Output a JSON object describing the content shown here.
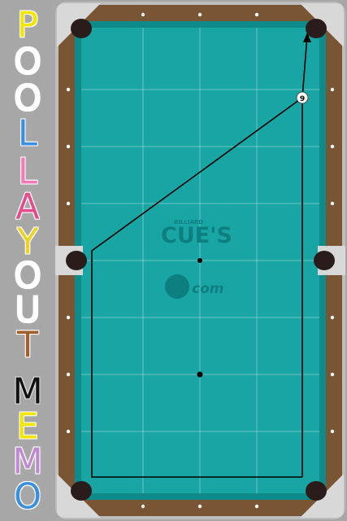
{
  "title": {
    "lines": [
      {
        "word": "POOL",
        "letters": [
          {
            "char": "P",
            "color": "#f2e500"
          },
          {
            "char": "O",
            "color": "#ffffff"
          },
          {
            "char": "O",
            "color": "#ffffff"
          },
          {
            "char": "L",
            "color": "#3b8fe0"
          }
        ]
      },
      {
        "word": "LAYOUT",
        "letters": [
          {
            "char": "L",
            "color": "#f27ab8"
          },
          {
            "char": "A",
            "color": "#e34d8c"
          },
          {
            "char": "Y",
            "color": "#f0d020"
          },
          {
            "char": "O",
            "color": "#ffffff"
          },
          {
            "char": "U",
            "color": "#ffffff"
          },
          {
            "char": "T",
            "color": "#a0612d"
          }
        ]
      },
      {
        "word": "MEMO",
        "letters": [
          {
            "char": "M",
            "color": "#111111"
          },
          {
            "char": "E",
            "color": "#f2e500"
          },
          {
            "char": "M",
            "color": "#c088d0"
          },
          {
            "char": "O",
            "color": "#3b8fe0"
          }
        ]
      }
    ]
  },
  "table": {
    "colors": {
      "felt": "#1aa5a5",
      "cushion": "#0f8a8a",
      "rail": "#7a5534",
      "frame": "#bdbdbd",
      "pocket": "#2a1c1a",
      "line": "#000000"
    },
    "logo": {
      "top": "BILLIARD",
      "main": "CUE'S",
      "sub": "com"
    },
    "ball": {
      "number": "9"
    }
  }
}
